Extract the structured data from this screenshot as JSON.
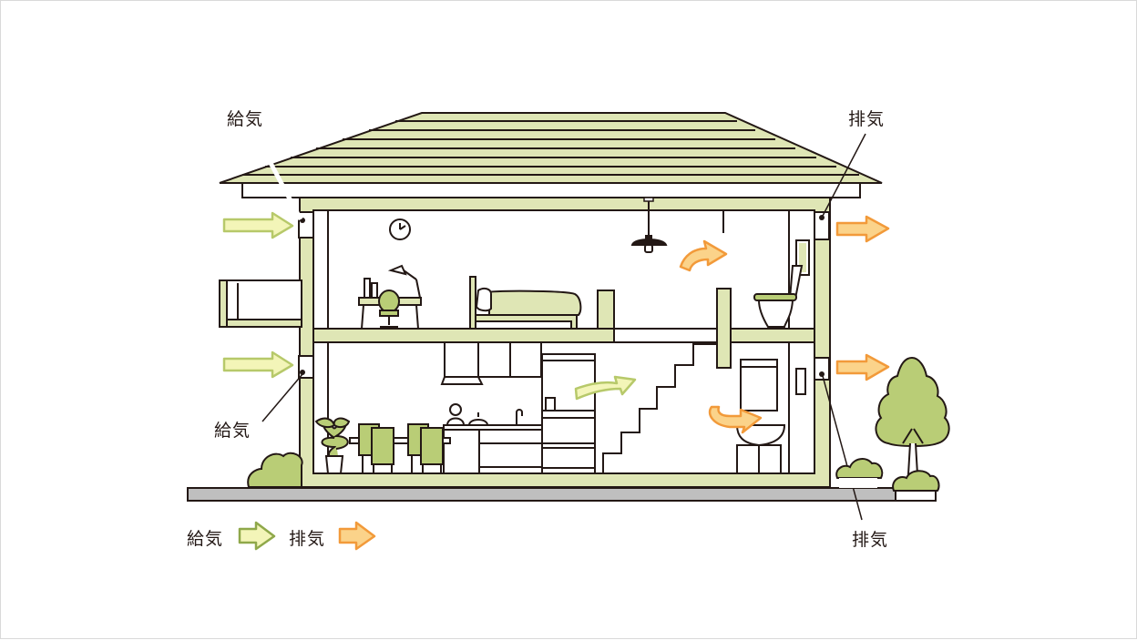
{
  "labels": {
    "supply_top": "給気",
    "supply_bottom": "給気",
    "exhaust_top": "排気",
    "exhaust_bottom": "排気"
  },
  "legend": {
    "supply_label": "給気",
    "exhaust_label": "排気"
  },
  "colors": {
    "house_green": "#dfe6b5",
    "plant_green": "#b9cd76",
    "supply_arrow": "#f3f5b8",
    "supply_arrow_stroke": "#b7c96a",
    "exhaust_arrow": "#fbd38a",
    "exhaust_arrow_stroke": "#f29a3a",
    "line": "#231815",
    "ground": "#bfbfbf"
  },
  "icons": [
    "clock-icon",
    "lamp-icon",
    "pendant-light-icon",
    "bed-icon",
    "toilet-icon",
    "tree-icon",
    "kettle-icon"
  ]
}
